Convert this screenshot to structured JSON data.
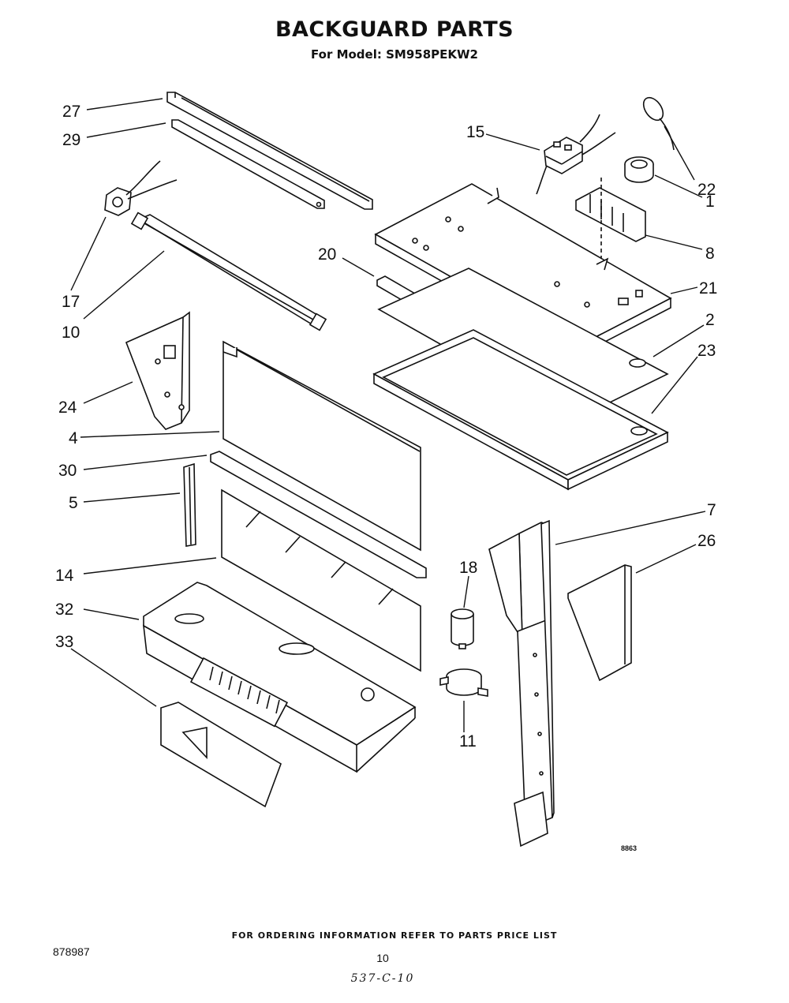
{
  "header": {
    "title": "BACKGUARD PARTS",
    "model_line": "For Model: SM958PEKW2"
  },
  "callouts": {
    "c27": "27",
    "c29": "29",
    "c17": "17",
    "c10": "10",
    "c24": "24",
    "c4": "4",
    "c30": "30",
    "c5": "5",
    "c14": "14",
    "c32": "32",
    "c33": "33",
    "c15": "15",
    "c22": "22",
    "c1": "1",
    "c8": "8",
    "c20": "20",
    "c21": "21",
    "c2": "2",
    "c23": "23",
    "c7": "7",
    "c26": "26",
    "c18": "18",
    "c11": "11"
  },
  "drawing_id": "8863",
  "footer": {
    "ordering_note": "FOR ORDERING INFORMATION REFER TO PARTS PRICE LIST",
    "doc_number": "878987",
    "page_number": "10",
    "handwritten_code": "537-C-10"
  }
}
